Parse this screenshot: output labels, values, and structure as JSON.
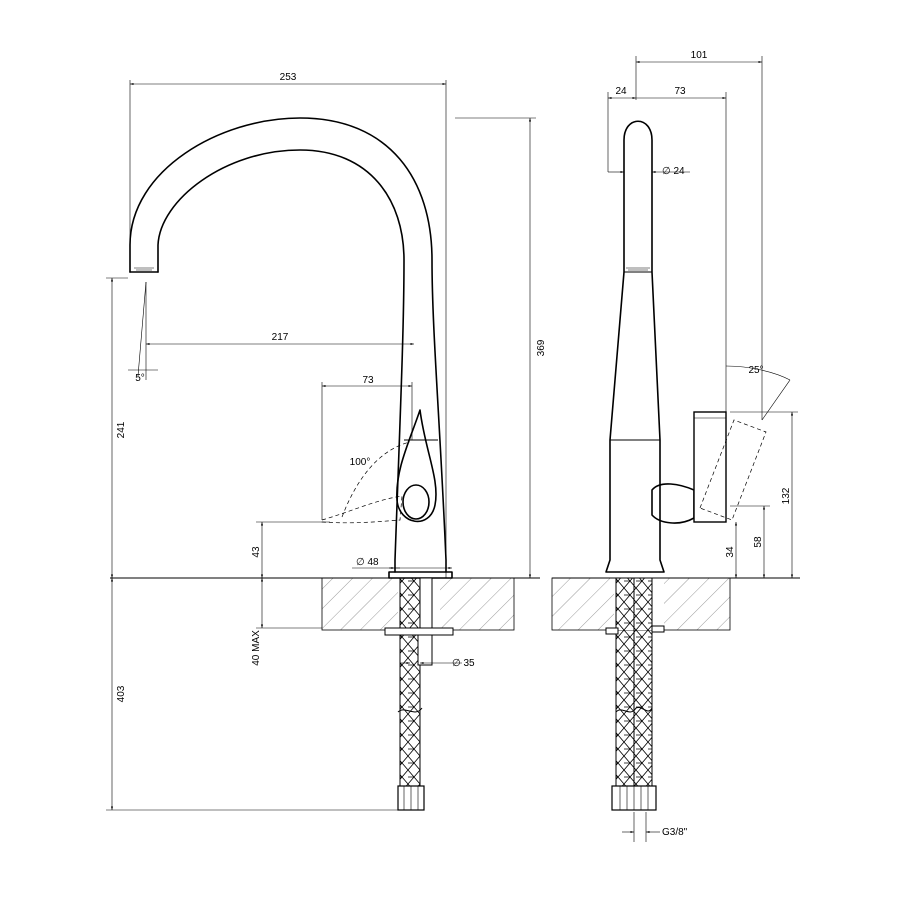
{
  "front_view": {
    "dims": {
      "width_total": "253",
      "height_total": "369",
      "spout_height": "241",
      "spout_reach": "217",
      "lever_reach": "73",
      "spout_angle": "5°",
      "lever_rotation": "100°",
      "lever_height": "43",
      "base_diameter": "48",
      "max_deck": "40 MAX",
      "shank_diameter": "35",
      "hose_length": "403"
    }
  },
  "side_view": {
    "dims": {
      "depth_total": "101",
      "spout_offset": "24",
      "lever_depth": "73",
      "spout_diameter": "24",
      "lever_tilt": "25°",
      "lever_height_total": "132",
      "lever_height_mid": "58",
      "lever_height_low": "34",
      "hose_thread": "G3/8\""
    }
  },
  "colors": {
    "line": "#000000",
    "hatch": "#555555",
    "background": "#ffffff"
  }
}
